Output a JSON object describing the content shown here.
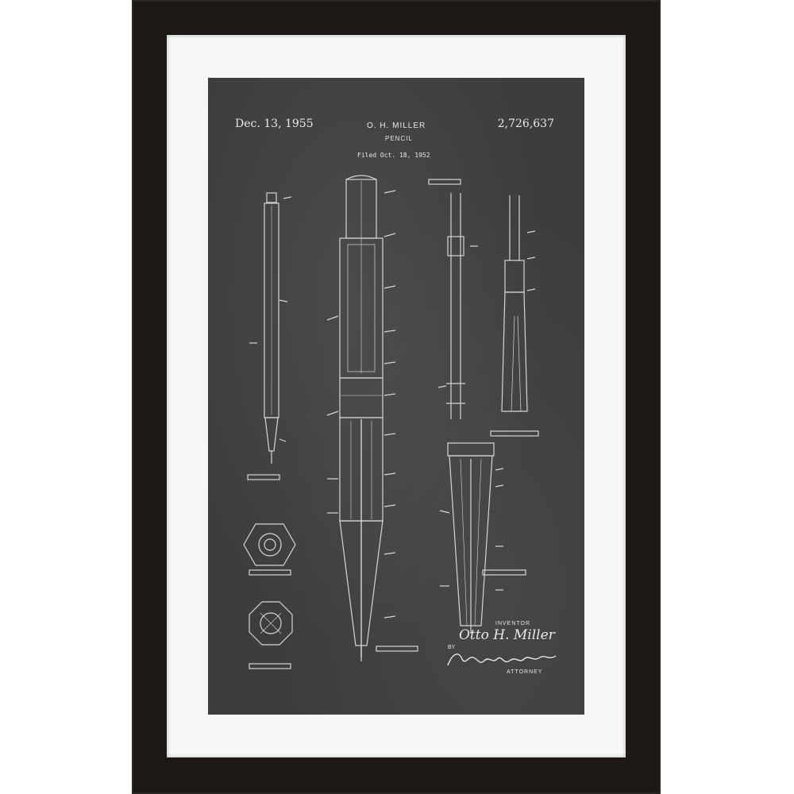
{
  "patent": {
    "date": "Dec. 13, 1955",
    "inventor_header": "O. H. MILLER",
    "title": "PENCIL",
    "filed": "Filed Oct. 18, 1952",
    "number": "2,726,637"
  },
  "signature_block": {
    "inventor_label": "INVENTOR",
    "inventor_name": "Otto H. Miller",
    "by": "BY",
    "attorney_label": "ATTORNEY",
    "attorney_signature": "signature"
  },
  "colors": {
    "frame": "#1b1816",
    "mat": "#f7f7f6",
    "chalkboard": "#3c3d3d",
    "chalk": "#e8e8e6"
  }
}
